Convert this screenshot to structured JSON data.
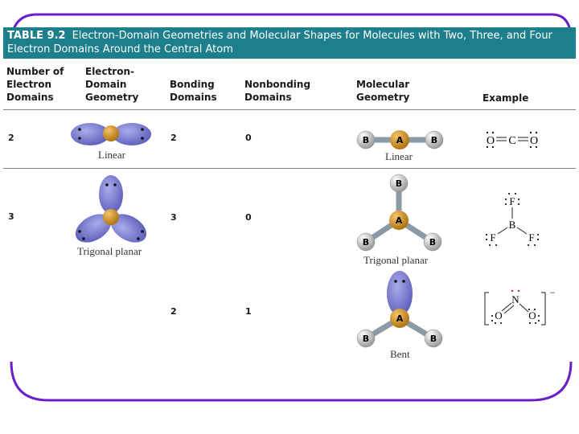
{
  "table": {
    "number": "TABLE 9.2",
    "title_line1": "Electron-Domain Geometries and Molecular Shapes for Molecules with Two, Three, and Four",
    "title_line2": "Electron Domains Around the Central Atom"
  },
  "columns": {
    "num_domains": "Number of\nElectron\nDomains",
    "ed_geometry": "Electron-\nDomain\nGeometry",
    "bonding": "Bonding\nDomains",
    "nonbonding": "Nonbonding\nDomains",
    "mol_geometry": "Molecular\nGeometry",
    "example": "Example"
  },
  "rows": [
    {
      "num_domains": "2",
      "ed_geometry": "Linear",
      "bonding": "2",
      "nonbonding": "0",
      "mol_geometry": "Linear",
      "example": "O=C=O"
    },
    {
      "num_domains": "3",
      "ed_geometry": "Trigonal planar",
      "bonding": "3",
      "nonbonding": "0",
      "mol_geometry": "Trigonal planar",
      "example": "BF3"
    },
    {
      "num_domains": "",
      "ed_geometry": "",
      "bonding": "2",
      "nonbonding": "1",
      "mol_geometry": "Bent",
      "example": "NO2-"
    }
  ],
  "atoms": {
    "central": "A",
    "bonded": "B"
  },
  "examples": {
    "co2": {
      "o1": "O",
      "c": "C",
      "o2": "O"
    },
    "bf3": {
      "f_top": "F",
      "b": "B",
      "f_left": "F",
      "f_right": "F"
    },
    "no2": {
      "n": "N",
      "o_left": "O",
      "o_right": "O",
      "charge": "−"
    }
  },
  "colors": {
    "header_bg": "#1d7f8b",
    "frame": "#6a1fc7",
    "lobe": "#6b6fc4",
    "central_atom": "#c98b1c",
    "bonded_atom": "#c8c8c8"
  }
}
